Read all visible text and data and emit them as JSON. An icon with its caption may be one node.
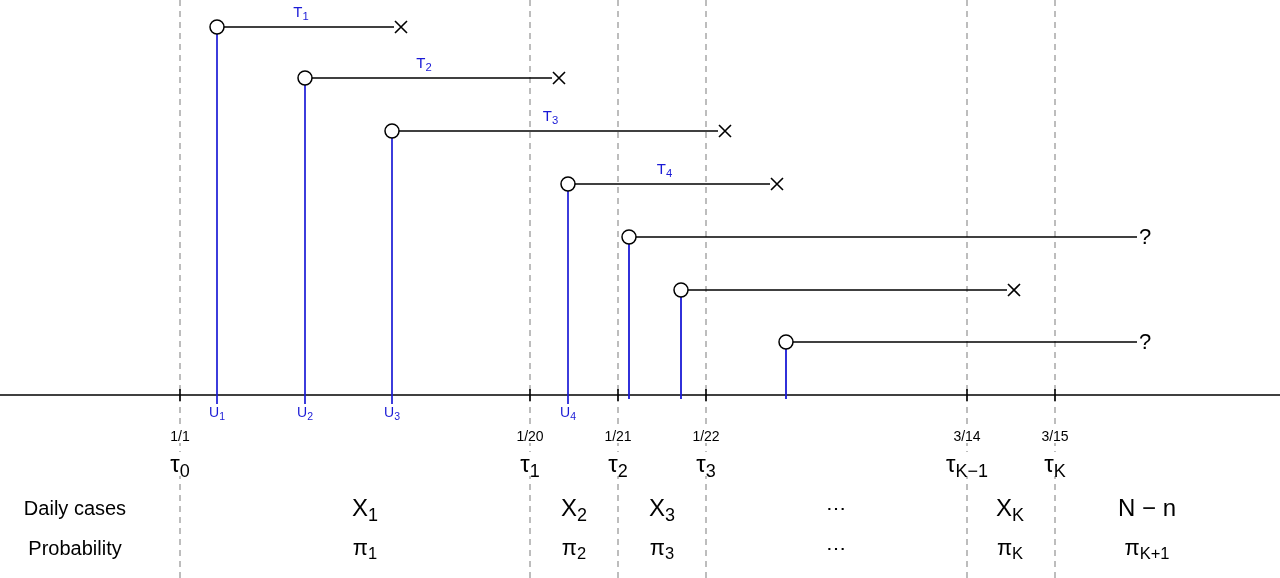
{
  "diagram": {
    "nodes": [
      {
        "text": [],
        "shape": "circle"
      },
      {
        "text": [],
        "shape": "circle"
      },
      {
        "text": [],
        "shape": "circle"
      },
      {
        "text": [],
        "shape": "circle"
      },
      {
        "text": [],
        "shape": "circle"
      },
      {
        "text": [],
        "shape": "circle"
      },
      {
        "text": [],
        "shape": "circle"
      },
      {
        "text": [],
        "shape": "cross"
      },
      {
        "text": [],
        "shape": "cross"
      },
      {
        "text": [],
        "shape": "cross"
      },
      {
        "text": [],
        "shape": "cross"
      },
      {
        "text": [
          "?"
        ]
      },
      {
        "text": [],
        "shape": "cross"
      },
      {
        "text": [
          "?"
        ]
      },
      {
        "text": [
          "U$_{1}$"
        ]
      },
      {
        "text": [
          "U$_{2}$"
        ]
      },
      {
        "text": [
          "U$_{3}$"
        ]
      },
      {
        "text": [
          "U$_{4}$"
        ]
      }
    ],
    "edges": [
      {
        "from": 0,
        "to": 7,
        "arrow": "none",
        "label": "T$_{1}$"
      },
      {
        "from": 1,
        "to": 8,
        "arrow": "none",
        "label": "T$_{2}$"
      },
      {
        "from": 2,
        "to": 9,
        "arrow": "none",
        "label": "T$_{3}$"
      },
      {
        "from": 3,
        "to": 10,
        "arrow": "none",
        "label": "T$_{4}$"
      },
      {
        "from": 4,
        "to": 11,
        "arrow": "none"
      },
      {
        "from": 5,
        "to": 12,
        "arrow": "none"
      },
      {
        "from": 6,
        "to": 13,
        "arrow": "none"
      },
      {
        "from": 14,
        "to": 0,
        "arrow": "none",
        "color": "#1a1ad6"
      },
      {
        "from": 15,
        "to": 1,
        "arrow": "none",
        "color": "#1a1ad6"
      },
      {
        "from": 16,
        "to": 2,
        "arrow": "none",
        "color": "#1a1ad6"
      },
      {
        "from": 17,
        "to": 3,
        "arrow": "none",
        "color": "#1a1ad6"
      }
    ],
    "labels": [
      "1/1",
      "1/20",
      "1/21",
      "1/22",
      "3/14",
      "3/15",
      "τ$_{0}$",
      "τ$_{1}$",
      "τ$_{2}$",
      "τ$_{3}$",
      "τ$_{K−1}$",
      "τ$_{K}$",
      "Daily cases",
      "X$_{1}$",
      "X$_{2}$",
      "X$_{3}$",
      "⋯",
      "X$_{K}$",
      "N − n",
      "Probability",
      "π$_{1}$",
      "π$_{2}$",
      "π$_{3}$",
      "⋯",
      "π$_{K}$",
      "π$_{K+1}$"
    ]
  }
}
